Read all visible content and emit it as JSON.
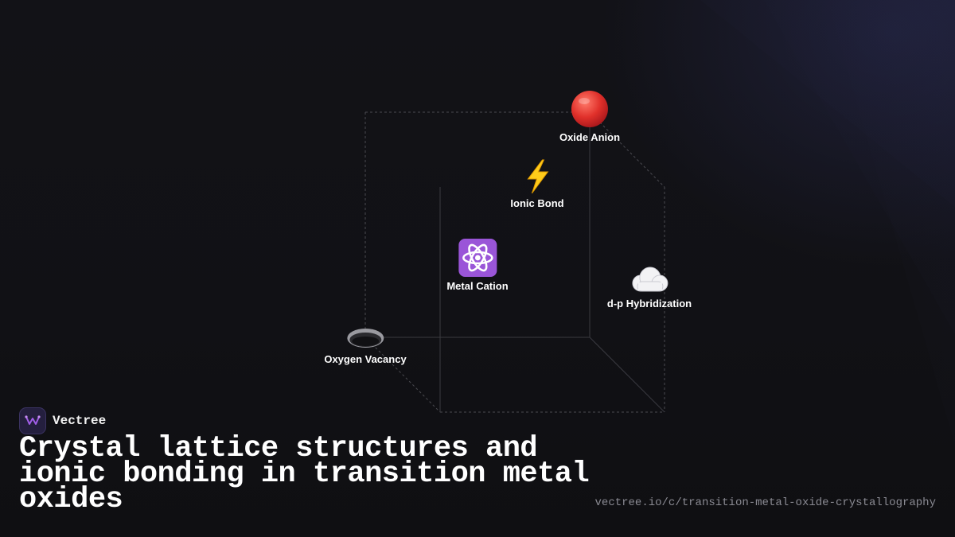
{
  "brand": {
    "name": "Vectree",
    "accent": "#8a4fd8"
  },
  "headline": "Crystal lattice structures and ionic bonding in transition metal oxides",
  "url": "vectree.io/c/transition-metal-oxide-crystallography",
  "nodes": {
    "oxide_anion": {
      "label": "Oxide Anion",
      "icon": "red-circle-icon"
    },
    "ionic_bond": {
      "label": "Ionic Bond",
      "icon": "lightning-icon"
    },
    "metal_cation": {
      "label": "Metal Cation",
      "icon": "atom-icon"
    },
    "dp_hybridization": {
      "label": "d-p Hybridization",
      "icon": "cloud-icon"
    },
    "oxygen_vacancy": {
      "label": "Oxygen Vacancy",
      "icon": "hole-icon"
    }
  },
  "colors": {
    "background": "#111115",
    "text": "#ffffff",
    "muted": "#8a8a92",
    "edge": "#4a4a50"
  }
}
